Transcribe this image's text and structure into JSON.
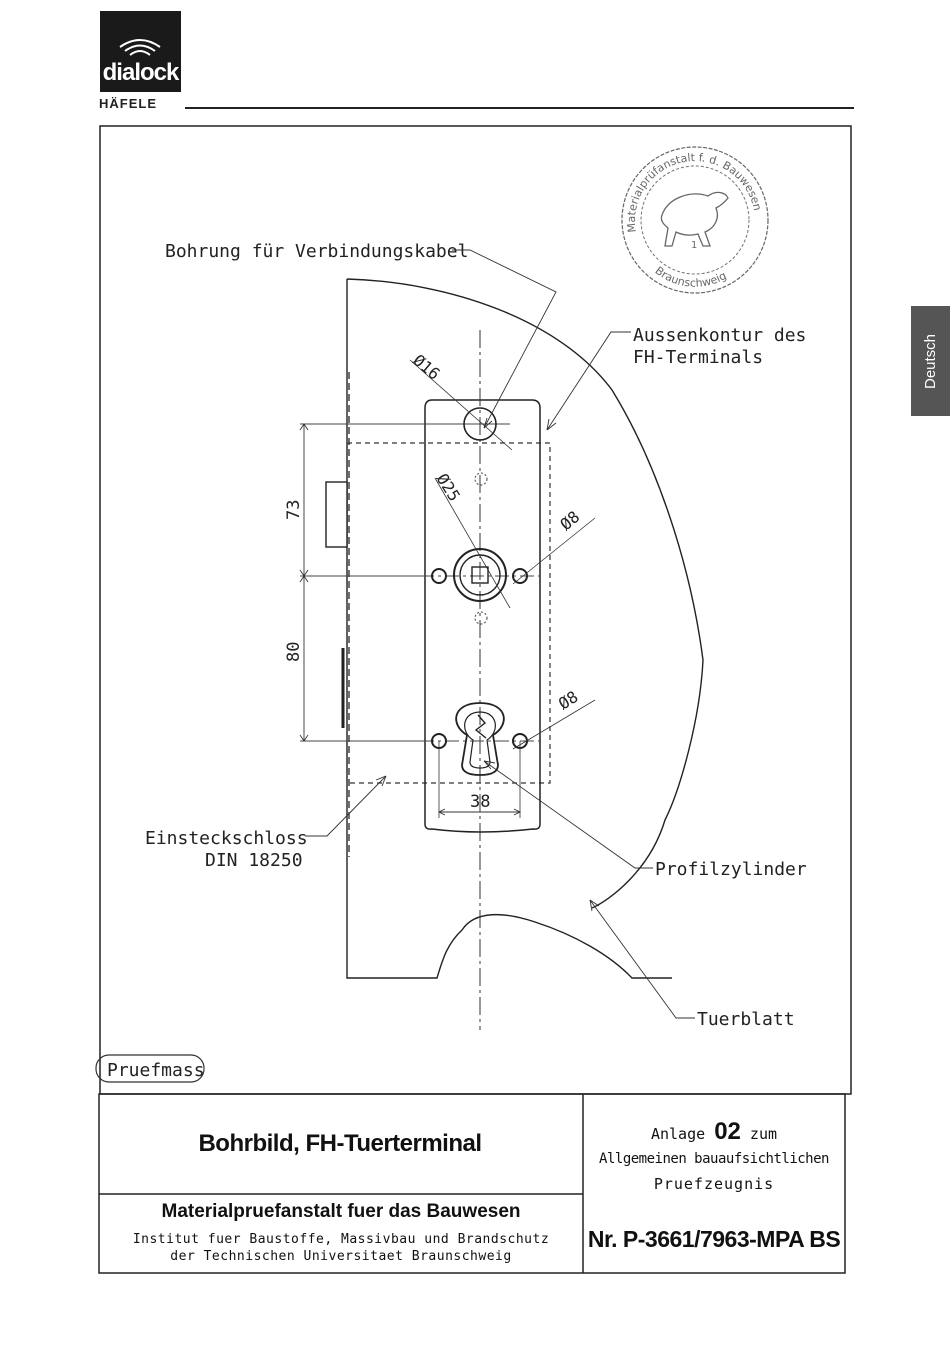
{
  "header": {
    "logo_text": "dialock",
    "brand": "HÄFELE",
    "language_tab": "Deutsch"
  },
  "drawing": {
    "labels": {
      "bohrung": "Bohrung für Verbindungskabel",
      "aussen_1": "Aussenkontur des",
      "aussen_2": "FH-Terminals",
      "einsteck_1": "Einsteckschloss",
      "einsteck_2": "DIN 18250",
      "profil": "Profilzylinder",
      "tuerblatt": "Tuerblatt",
      "pruefmass": "Pruefmass"
    },
    "dimensions": {
      "d16": "Ø16",
      "d25": "Ø25",
      "d8_top": "Ø8",
      "d8_bottom": "Ø8",
      "v73": "73",
      "v80": "80",
      "h38": "38"
    },
    "stamp": {
      "text_top": "Materialprüfanstalt f. d. Bauwesen",
      "text_bottom": "Braunschweig",
      "number": "1"
    }
  },
  "title_block": {
    "title": "Bohrbild, FH-Tuerterminal",
    "anlage_prefix": "Anlage",
    "anlage_number": "02",
    "anlage_suffix": "zum",
    "allgemein": "Allgemeinen bauaufsichtlichen",
    "pruefzeugnis": "Pruefzeugnis",
    "institute": "Materialpruefanstalt fuer das Bauwesen",
    "institute_sub1": "Institut fuer Baustoffe, Massivbau und Brandschutz",
    "institute_sub2": "der Technischen Universitaet Braunschweig",
    "number": "Nr. P-3661/7963-MPA BS"
  }
}
